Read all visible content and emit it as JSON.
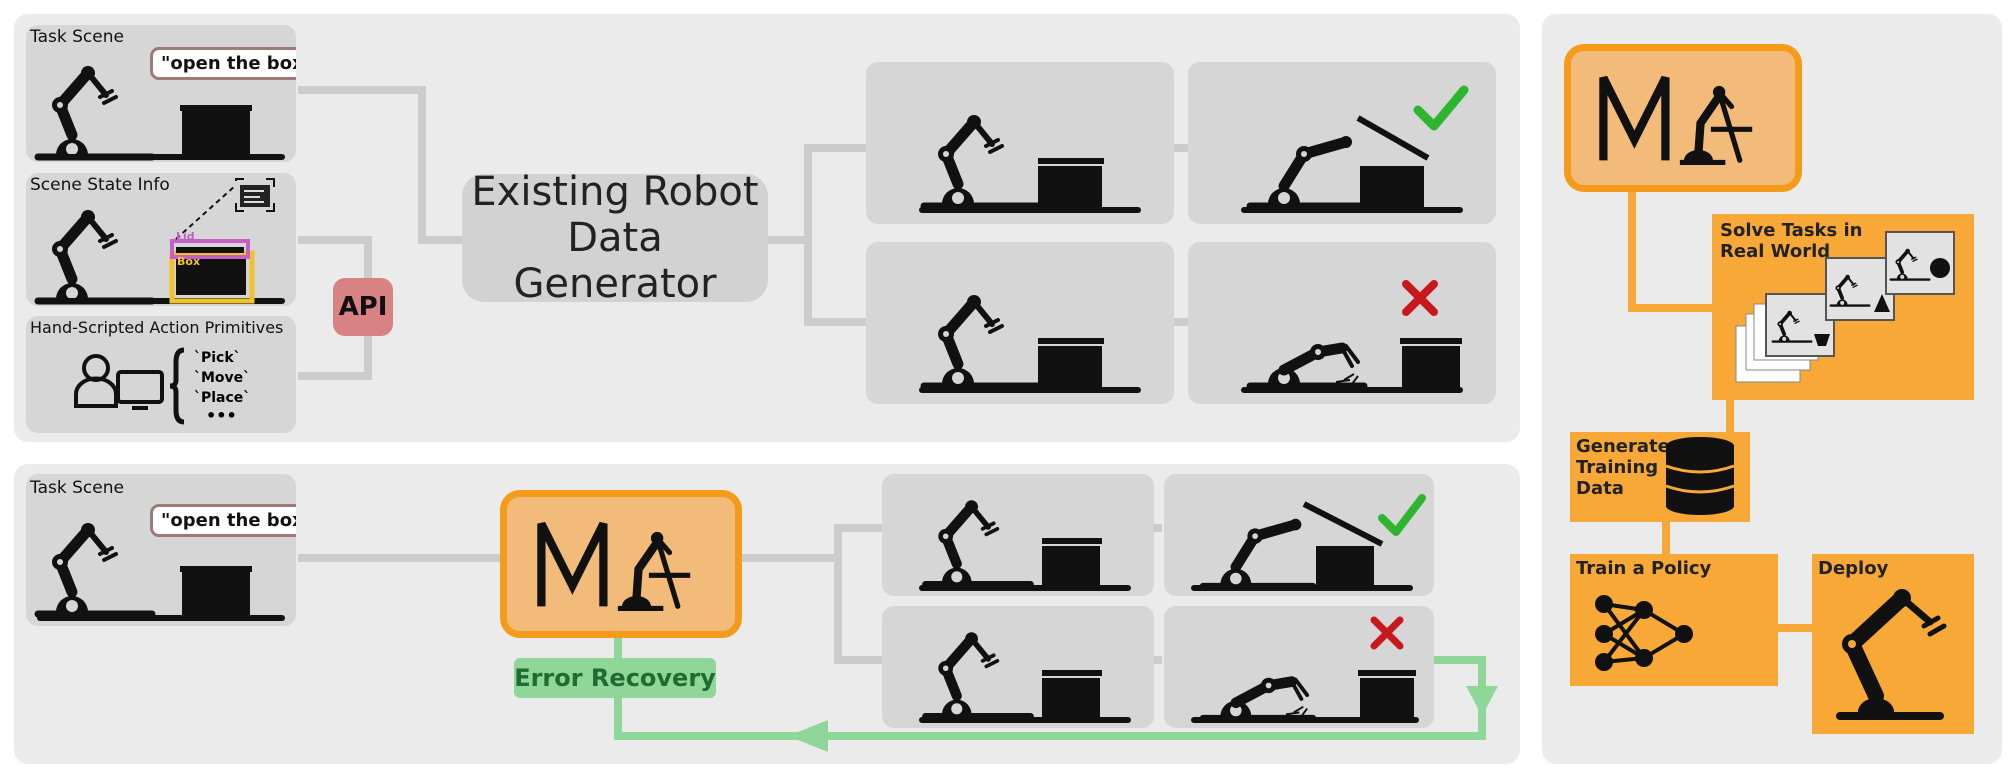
{
  "top_panel": {
    "task_scene_label": "Task Scene",
    "instruction": "\"open the box\"",
    "scene_state_label": "Scene State Info",
    "lid_label": "Lid",
    "box_label": "Box",
    "primitives_label": "Hand-Scripted Action Primitives",
    "primitives": [
      "`Pick`",
      "`Move`",
      "`Place`"
    ],
    "ellipsis": "•••",
    "api_label": "API",
    "generator_line1": "Existing Robot",
    "generator_line2": "Data Generator"
  },
  "bottom_panel": {
    "task_scene_label": "Task Scene",
    "instruction": "\"open the box\"",
    "error_recovery_label": "Error Recovery"
  },
  "right_panel": {
    "solve_tasks": "Solve Tasks in\nReal World",
    "generate_data": "Generate\nTraining\nData",
    "train_policy": "Train a Policy",
    "deploy": "Deploy"
  },
  "colors": {
    "panel_bg": "#ebebeb",
    "cell_bg": "#d6d6d6",
    "api": "#d98283",
    "orange": "#f7a836",
    "orange_border": "#f59b1c",
    "logo_fill": "#f2bb7a",
    "success": "#2db52d",
    "failure": "#c8181e",
    "recovery": "#8fd799",
    "scene_lid": "#c65fc8",
    "scene_box": "#f2c22a"
  },
  "icons": [
    "robot-arm-icon",
    "box-icon",
    "checkmark-icon",
    "cross-icon",
    "user-icon",
    "monitor-icon",
    "database-icon",
    "network-icon",
    "barcode-icon"
  ]
}
